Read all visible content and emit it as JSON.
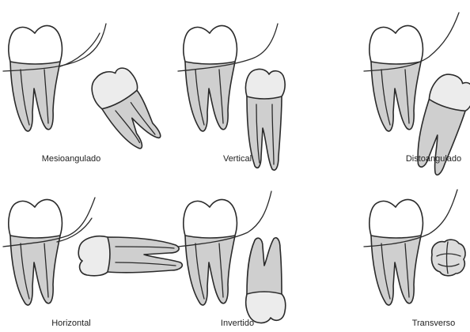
{
  "labels": {
    "mesioangulado": "Mesioangulado",
    "vertical": "Vertical",
    "distoangulado": "Distoangulado",
    "horizontal": "Horizontal",
    "invertido": "Invertido",
    "transverso": "Transverso"
  }
}
